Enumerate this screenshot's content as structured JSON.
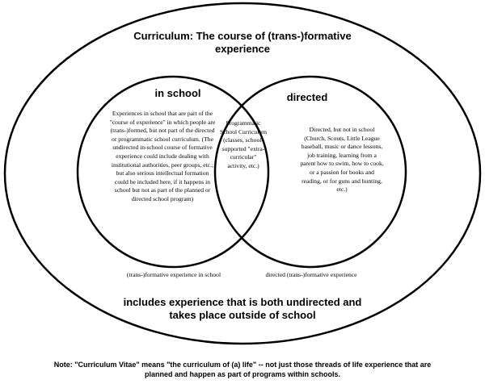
{
  "diagram": {
    "outer_title": "Curriculum: The course of (trans-)formative experience",
    "left_heading": "in school",
    "right_heading": "directed",
    "left_text": "Experiences in school that are part of the \"course of experience\" in which people are (trans-)formed, but not part of the directed or programmatic school curriculum. (The undirected in-school course of formative experience could include dealing with institutional authorities, peer groups, etc.; but also serious intellectual formation could be included here, if it happens in school but not as part of the planned or directed school program)",
    "center_text": "Programmatic School Curriculum (classes, school-supported \"extra-curricular\" activity, etc.)",
    "right_text": "Directed, but not in school (Church, Scouts, Little League baseball, music or dance lessons, job training, learning from a parent how to swim, how to cook, or a passion for books and reading, or for guns and hunting, etc.)",
    "left_caption": "(trans-)formative experience in school",
    "right_caption": "directed (trans-)formative experience",
    "bottom_statement": "includes experience that is both undirected and takes place outside of school",
    "footnote": "Note: \"Curriculum Vitae\" means \"the curriculum of (a) life\" -- not just those threads of life experience that are planned and happen as part of programs within schools."
  }
}
